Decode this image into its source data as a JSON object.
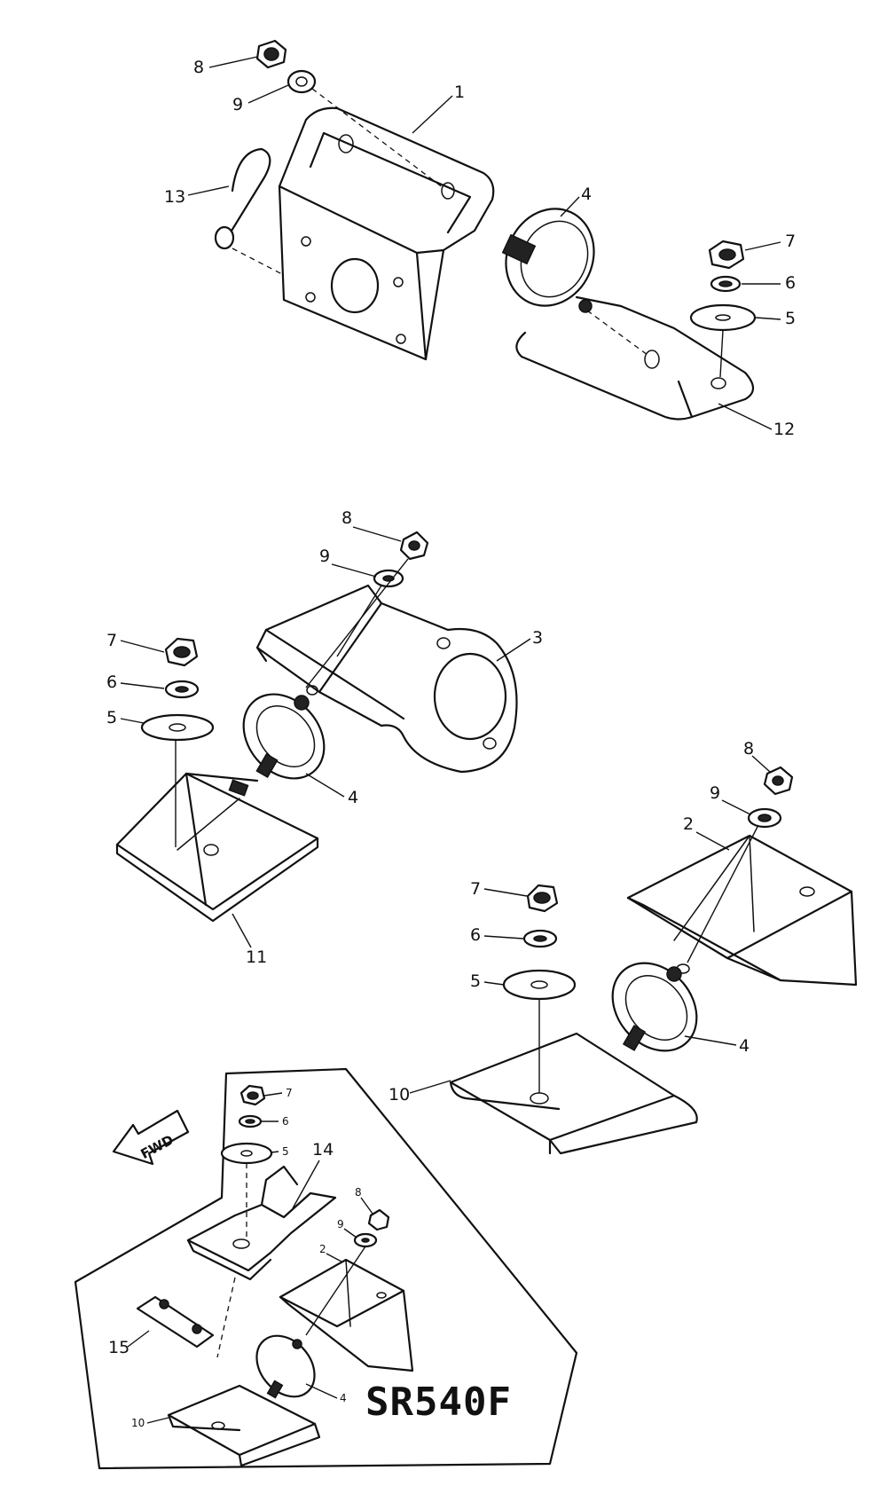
{
  "model_label": "SR540F",
  "fwd_label": "FWD",
  "assembly_top": {
    "callouts": [
      "8",
      "9",
      "1",
      "13",
      "4",
      "7",
      "6",
      "5",
      "12"
    ]
  },
  "assembly_middle": {
    "callouts": [
      "8",
      "9",
      "3",
      "7",
      "6",
      "5",
      "4",
      "11"
    ]
  },
  "assembly_right": {
    "callouts": [
      "8",
      "9",
      "2",
      "7",
      "6",
      "5",
      "4",
      "10"
    ]
  },
  "inset": {
    "callouts": [
      "7",
      "6",
      "5",
      "14",
      "8",
      "9",
      "2",
      "15",
      "4",
      "10"
    ]
  }
}
